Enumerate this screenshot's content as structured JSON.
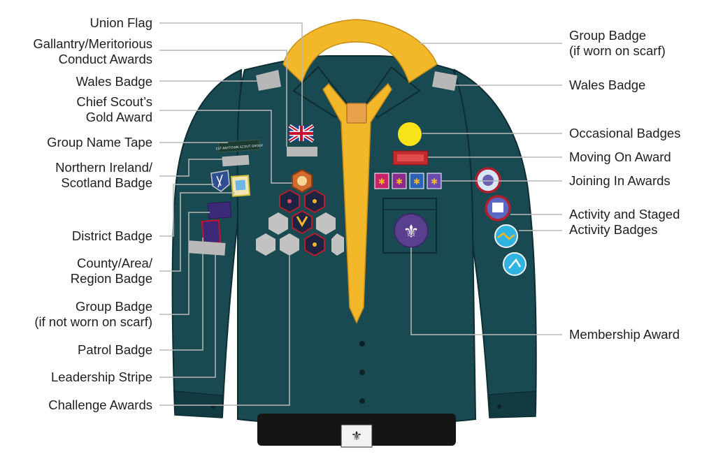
{
  "labels_left": [
    {
      "id": "union-flag",
      "lines": [
        "Union Flag"
      ]
    },
    {
      "id": "gallantry-meritorious",
      "lines": [
        "Gallantry/Meritorious",
        "Conduct Awards"
      ]
    },
    {
      "id": "wales-badge-left",
      "lines": [
        "Wales Badge"
      ]
    },
    {
      "id": "chief-scouts-gold",
      "lines": [
        "Chief Scout’s",
        "Gold Award"
      ]
    },
    {
      "id": "group-name-tape",
      "lines": [
        "Group Name Tape"
      ]
    },
    {
      "id": "ni-scotland-badge",
      "lines": [
        "Northern Ireland/",
        "Scotland Badge"
      ]
    },
    {
      "id": "district-badge",
      "lines": [
        "District Badge"
      ]
    },
    {
      "id": "county-area-region",
      "lines": [
        "County/Area/",
        "Region Badge"
      ]
    },
    {
      "id": "group-badge-not-scarf",
      "lines": [
        "Group Badge",
        "(if not worn on scarf)"
      ]
    },
    {
      "id": "patrol-badge",
      "lines": [
        "Patrol Badge"
      ]
    },
    {
      "id": "leadership-stripe",
      "lines": [
        "Leadership Stripe"
      ]
    },
    {
      "id": "challenge-awards",
      "lines": [
        "Challenge Awards"
      ]
    }
  ],
  "labels_right": [
    {
      "id": "group-badge-scarf",
      "lines": [
        "Group Badge",
        "(if worn on scarf)"
      ]
    },
    {
      "id": "wales-badge-right",
      "lines": [
        "Wales Badge"
      ]
    },
    {
      "id": "occasional-badges",
      "lines": [
        "Occasional Badges"
      ]
    },
    {
      "id": "moving-on-award",
      "lines": [
        "Moving On Award"
      ]
    },
    {
      "id": "joining-in-awards",
      "lines": [
        "Joining In Awards"
      ]
    },
    {
      "id": "activity-staged",
      "lines": [
        "Activity and Staged",
        "Activity Badges"
      ]
    },
    {
      "id": "membership-award",
      "lines": [
        "Membership Award"
      ]
    }
  ],
  "tape_text": "1ST ANYTOWN SCOUT GROUP",
  "colors": {
    "shirt": "#194a52",
    "shirt_dark": "#123a41",
    "scarf": "#f3b82a",
    "woggle": "#e8a24c",
    "leader_line": "#b9b9b9",
    "belt": "#151515",
    "badge_red": "#b11f2e",
    "membership_purple": "#5b3f8f",
    "occasional_yellow": "#f8e21a"
  }
}
